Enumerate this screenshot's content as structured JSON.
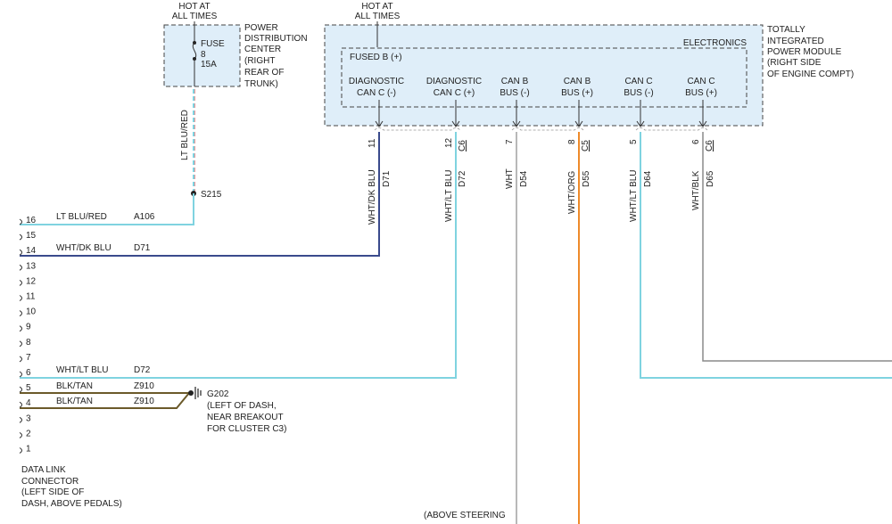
{
  "pdc": {
    "hot": [
      "HOT AT",
      "ALL TIMES"
    ],
    "fuse_label": "FUSE",
    "fuse_num": "8",
    "fuse_amp": "15A",
    "name": [
      "POWER",
      "DISTRIBUTION",
      "CENTER",
      "(RIGHT",
      "REAR OF",
      "TRUNK)"
    ]
  },
  "tipm": {
    "hot": [
      "HOT AT",
      "ALL TIMES"
    ],
    "electronics": "ELECTRONICS",
    "fused": "FUSED B (+)",
    "name": [
      "TOTALLY",
      "INTEGRATED",
      "POWER MODULE",
      "(RIGHT SIDE",
      "OF ENGINE COMPT)"
    ],
    "pins": [
      {
        "l1": "DIAGNOSTIC",
        "l2": "CAN C (-)",
        "num": "11",
        "conn": "",
        "color": "WHT/DK BLU",
        "circuit": "D71"
      },
      {
        "l1": "DIAGNOSTIC",
        "l2": "CAN C (+)",
        "num": "12",
        "conn": "C6",
        "color": "WHT/LT BLU",
        "circuit": "D72"
      },
      {
        "l1": "CAN B",
        "l2": "BUS (-)",
        "num": "7",
        "conn": "",
        "color": "WHT",
        "circuit": "D54"
      },
      {
        "l1": "CAN B",
        "l2": "BUS (+)",
        "num": "8",
        "conn": "C5",
        "color": "WHT/ORG",
        "circuit": "D55"
      },
      {
        "l1": "CAN C",
        "l2": "BUS (-)",
        "num": "5",
        "conn": "",
        "color": "WHT/LT BLU",
        "circuit": "D64"
      },
      {
        "l1": "CAN C",
        "l2": "BUS (+)",
        "num": "6",
        "conn": "C6",
        "color": "WHT/BLK",
        "circuit": "D65"
      }
    ]
  },
  "feed_wire": {
    "color": "LT BLU/RED"
  },
  "splice": "S215",
  "dlc": {
    "name": [
      "DATA LINK",
      "CONNECTOR",
      "(LEFT SIDE OF",
      "DASH, ABOVE PEDALS)"
    ],
    "pins": [
      "16",
      "15",
      "14",
      "13",
      "12",
      "11",
      "10",
      "9",
      "8",
      "7",
      "6",
      "5",
      "4",
      "3",
      "2",
      "1"
    ],
    "wires": [
      {
        "pin": "16",
        "color": "LT BLU/RED",
        "circuit": "A106"
      },
      {
        "pin": "14",
        "color": "WHT/DK BLU",
        "circuit": "D71"
      },
      {
        "pin": "6",
        "color": "WHT/LT BLU",
        "circuit": "D72"
      },
      {
        "pin": "5",
        "color": "BLK/TAN",
        "circuit": "Z910"
      },
      {
        "pin": "4",
        "color": "BLK/TAN",
        "circuit": "Z910"
      }
    ]
  },
  "ground": {
    "name": "G202",
    "desc": [
      "(LEFT OF DASH,",
      "NEAR BREAKOUT",
      "FOR CLUSTER C3)"
    ]
  },
  "bottom_note": "(ABOVE STEERING",
  "colors": {
    "dk_blu": "#3a4a8c",
    "lt_blu": "#7fd3e0",
    "orange": "#ee8a2a",
    "gray": "#8a8a8a",
    "tan": "#6b5a2a",
    "module_fill": "#dfeef9"
  }
}
